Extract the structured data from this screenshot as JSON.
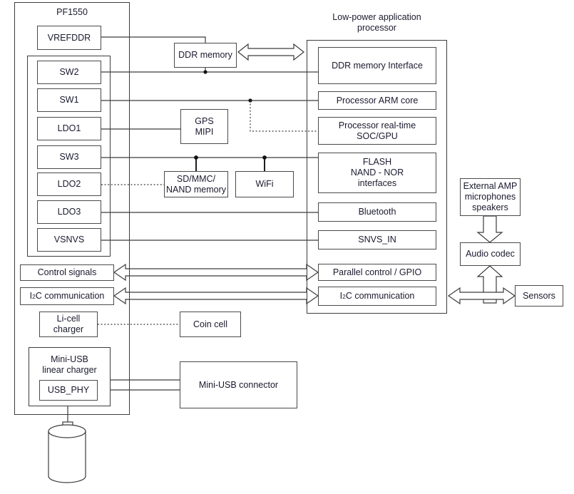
{
  "diagram": {
    "title_pf1550": "PF1550",
    "title_processor": "Low-power application\nprocessor"
  },
  "labels": {
    "pf1550": "PF1550",
    "processor_line1": "Low-power application",
    "processor_line2": "processor"
  },
  "pf1550": {
    "vrefddr": "VREFDDR",
    "regulators": [
      {
        "name": "SW2"
      },
      {
        "name": "SW1"
      },
      {
        "name": "LDO1"
      },
      {
        "name": "SW3"
      },
      {
        "name": "LDO2"
      },
      {
        "name": "LDO3"
      },
      {
        "name": "VSNVS"
      }
    ],
    "control_signals": "Control signals",
    "i2c_pre": "I",
    "i2c_sup": "2",
    "i2c_post": "C communication",
    "li_cell_charger_l1": "Li-cell",
    "li_cell_charger_l2": "charger",
    "mini_usb_charger_l1": "Mini-USB",
    "mini_usb_charger_l2": "linear charger",
    "usb_phy": "USB_PHY"
  },
  "processor": {
    "blocks": [
      {
        "lines": [
          "DDR memory Interface"
        ]
      },
      {
        "lines": [
          "Processor ARM core"
        ]
      },
      {
        "lines": [
          "Processor real-time",
          "SOC/GPU"
        ]
      },
      {
        "lines": [
          "FLASH",
          "NAND - NOR",
          "interfaces"
        ]
      },
      {
        "lines": [
          "Bluetooth"
        ]
      },
      {
        "lines": [
          "SNVS_IN"
        ]
      },
      {
        "lines": [
          "Parallel control / GPIO"
        ]
      }
    ],
    "i2c_pre": "I",
    "i2c_sup": "2",
    "i2c_post": "C communication"
  },
  "peripherals": {
    "ddr_memory": "DDR memory",
    "gps_mipi_l1": "GPS",
    "gps_mipi_l2": "MIPI",
    "sd_mmc_l1": "SD/MMC/",
    "sd_mmc_l2": "NAND memory",
    "wifi": "WiFi",
    "external_amp_l1": "External AMP",
    "external_amp_l2": "microphones",
    "external_amp_l3": "speakers",
    "audio_codec": "Audio codec",
    "sensors": "Sensors",
    "coin_cell": "Coin cell",
    "mini_usb_connector": "Mini-USB connector"
  },
  "colors": {
    "line": "#4a4a4a",
    "text": "#1a1a2e",
    "background": "#ffffff"
  }
}
